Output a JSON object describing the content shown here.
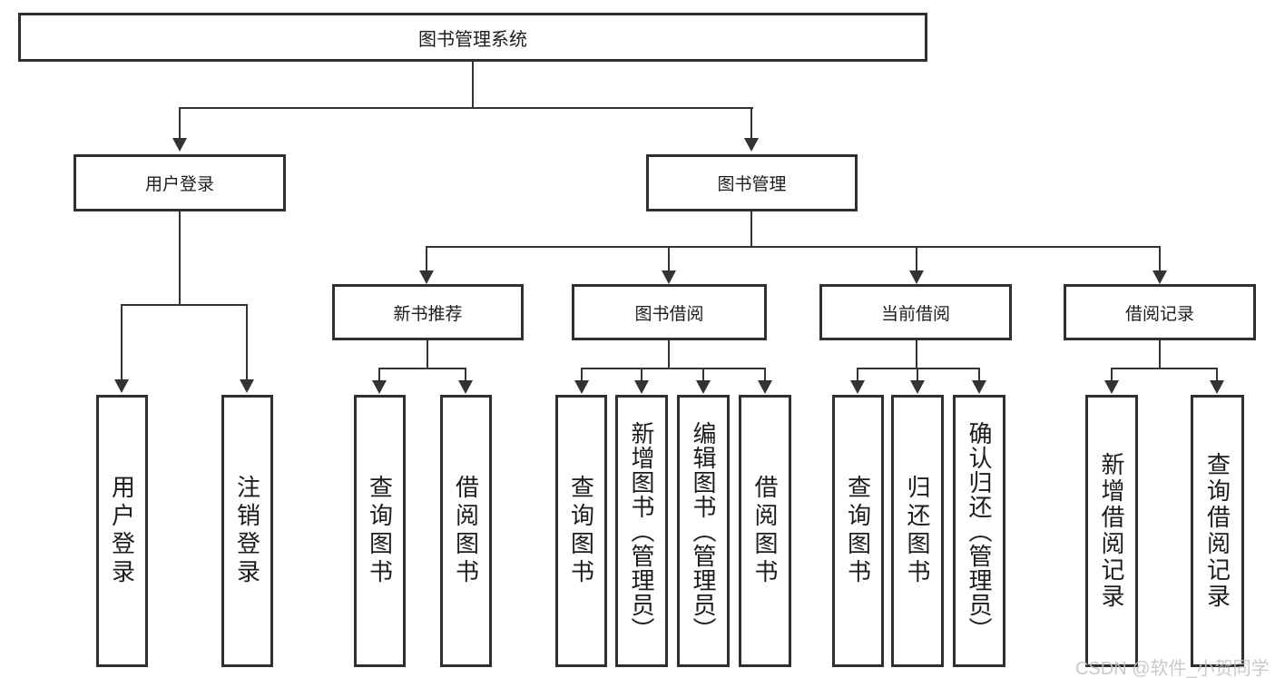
{
  "colors": {
    "line": "#333333",
    "border": "#2f2f2f",
    "text": "#1c1c1c",
    "watermark": "#c4c4c8",
    "background": "#ffffff"
  },
  "watermark": {
    "text": "CSDN @软件_小贺同学"
  },
  "tree": {
    "label": "图书管理系统",
    "children": [
      {
        "label": "用户登录",
        "children": [
          {
            "label": "用户登录"
          },
          {
            "label": "注销登录"
          }
        ]
      },
      {
        "label": "图书管理",
        "children": [
          {
            "label": "新书推荐",
            "children": [
              {
                "label": "查询图书"
              },
              {
                "label": "借阅图书"
              }
            ]
          },
          {
            "label": "图书借阅",
            "children": [
              {
                "label": "查询图书"
              },
              {
                "label": "新增图书（管理员）"
              },
              {
                "label": "编辑图书（管理员）"
              },
              {
                "label": "借阅图书"
              }
            ]
          },
          {
            "label": "当前借阅",
            "children": [
              {
                "label": "查询图书"
              },
              {
                "label": "归还图书"
              },
              {
                "label": "确认归还（管理员）"
              }
            ]
          },
          {
            "label": "借阅记录",
            "children": [
              {
                "label": "新增借阅记录"
              },
              {
                "label": "查询借阅记录"
              }
            ]
          }
        ]
      }
    ]
  }
}
